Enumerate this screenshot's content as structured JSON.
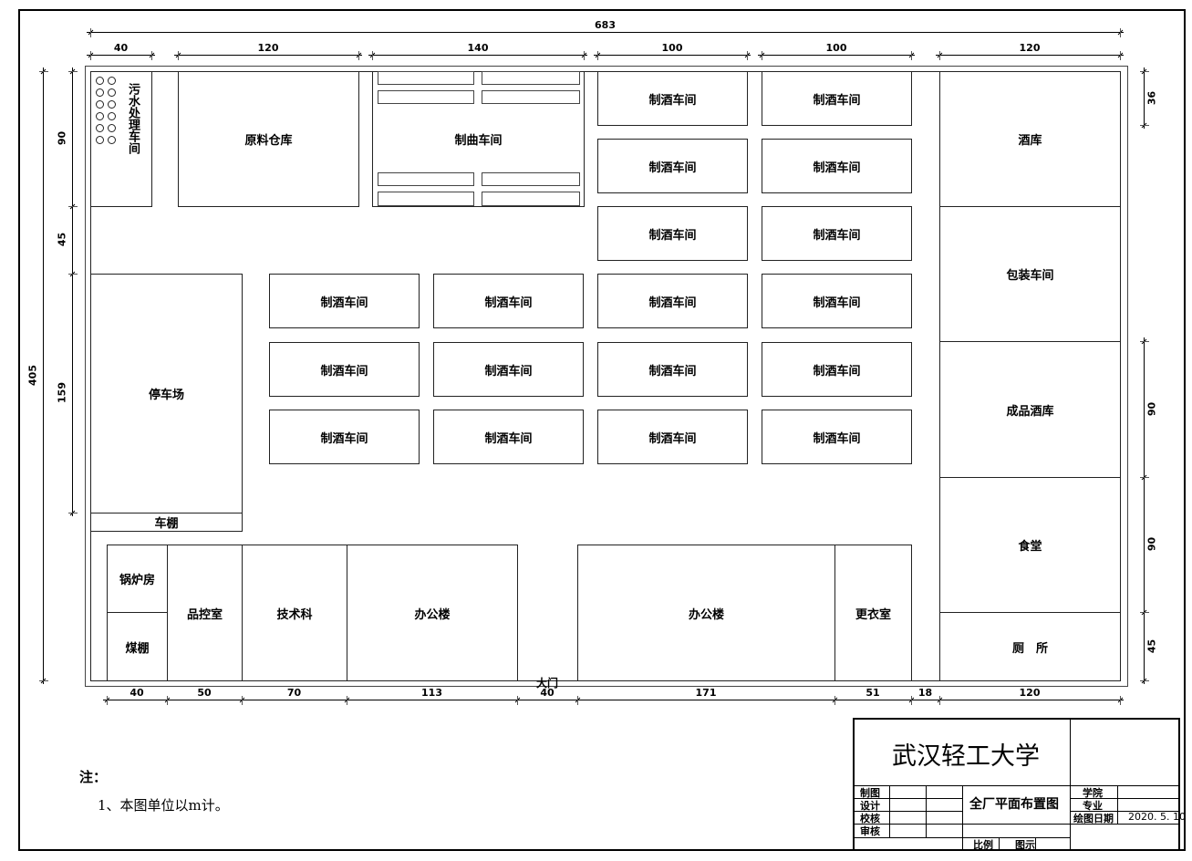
{
  "rooms": [
    {
      "label": "原料仓库"
    },
    {
      "label": "制曲车间"
    },
    {
      "label": "制酒车间"
    },
    {
      "label": "制酒车间"
    },
    {
      "label": "制酒车间"
    },
    {
      "label": "制酒车间"
    },
    {
      "label": "制酒车间"
    },
    {
      "label": "制酒车间"
    },
    {
      "label": "制酒车间"
    },
    {
      "label": "制酒车间"
    },
    {
      "label": "制酒车间"
    },
    {
      "label": "制酒车间"
    },
    {
      "label": "制酒车间"
    },
    {
      "label": "制酒车间"
    },
    {
      "label": "制酒车间"
    },
    {
      "label": "制酒车间"
    },
    {
      "label": "制酒车间"
    },
    {
      "label": "制酒车间"
    },
    {
      "label": "制酒车间"
    },
    {
      "label": "制酒车间"
    },
    {
      "label": "酒库"
    },
    {
      "label": "包装车间"
    },
    {
      "label": "成品酒库"
    },
    {
      "label": "食堂"
    },
    {
      "label": "厕　所"
    },
    {
      "label": "停车场"
    },
    {
      "label": "车棚"
    },
    {
      "label": "锅炉房"
    },
    {
      "label": "煤棚"
    },
    {
      "label": "品控室"
    },
    {
      "label": "技术科"
    },
    {
      "label": "办公楼"
    },
    {
      "label": "办公楼"
    },
    {
      "label": "更衣室"
    }
  ],
  "sewage_label": "污水处理车间",
  "gate_label": "大门",
  "dimensions": {
    "total_width": "683",
    "top": [
      "40",
      "120",
      "140",
      "100",
      "100",
      "120"
    ],
    "bottom": [
      "40",
      "50",
      "70",
      "113",
      "40",
      "171",
      "51",
      "18",
      "120"
    ],
    "total_height": "405",
    "left": [
      "90",
      "45",
      "159"
    ],
    "right": [
      "36",
      "90",
      "90",
      "45"
    ]
  },
  "notes": {
    "title": "注：",
    "items": [
      "1、本图单位以m计。"
    ]
  },
  "title_block": {
    "school": "武汉轻工大学",
    "drawing_title": "全厂平面布置图",
    "rows": [
      "制图",
      "设计",
      "校核",
      "审核"
    ],
    "college_label": "学院",
    "major_label": "专业",
    "date_label": "绘图日期",
    "date": "2020. 5. 10",
    "scale_label": "比例",
    "legend_label": "图示"
  }
}
